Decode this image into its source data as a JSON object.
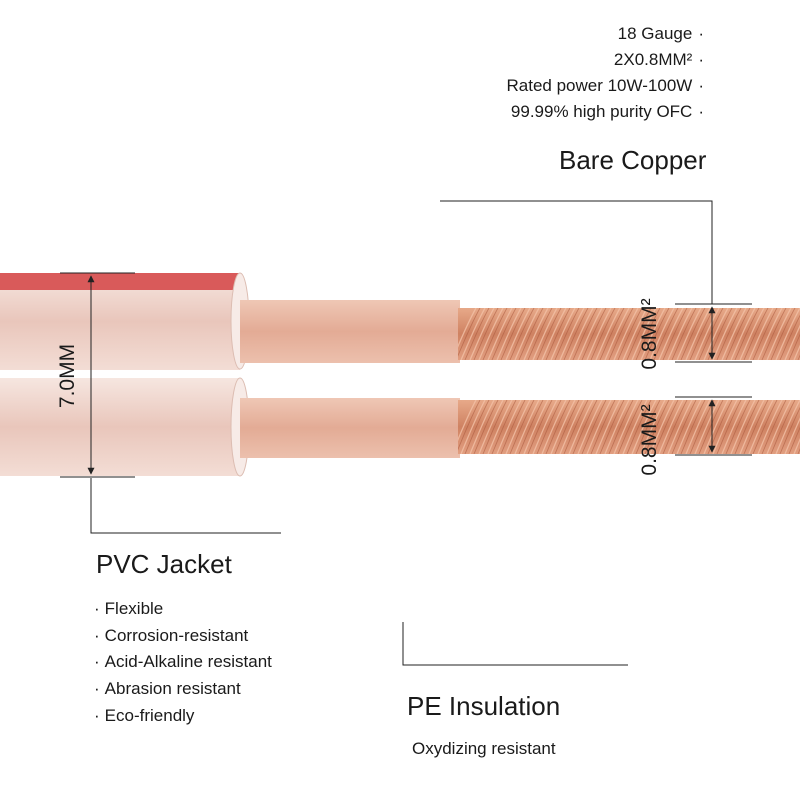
{
  "colors": {
    "pvc_jacket": "#ecd2cb",
    "red_stripe": "#d95a5a",
    "pe_insulation": "#e8b8a3",
    "copper": "#d89274",
    "line": "#222222"
  },
  "specs": {
    "items": [
      "18 Gauge",
      "2X0.8MM²",
      "Rated power 10W-100W",
      "99.99% high purity OFC"
    ],
    "bullet": "·"
  },
  "bare_copper": {
    "title": "Bare Copper"
  },
  "pvc_jacket": {
    "title": "PVC Jacket",
    "features": [
      "Flexible",
      "Corrosion-resistant",
      "Acid-Alkaline resistant",
      "Abrasion resistant",
      "Eco-friendly"
    ],
    "bullet": "·"
  },
  "pe_insulation": {
    "title": "PE Insulation",
    "feature": "Oxydizing resistant"
  },
  "dimensions": {
    "jacket_diameter": "7.0MM",
    "conductor_top": "0.8MM²",
    "conductor_bottom": "0.8MM²"
  }
}
